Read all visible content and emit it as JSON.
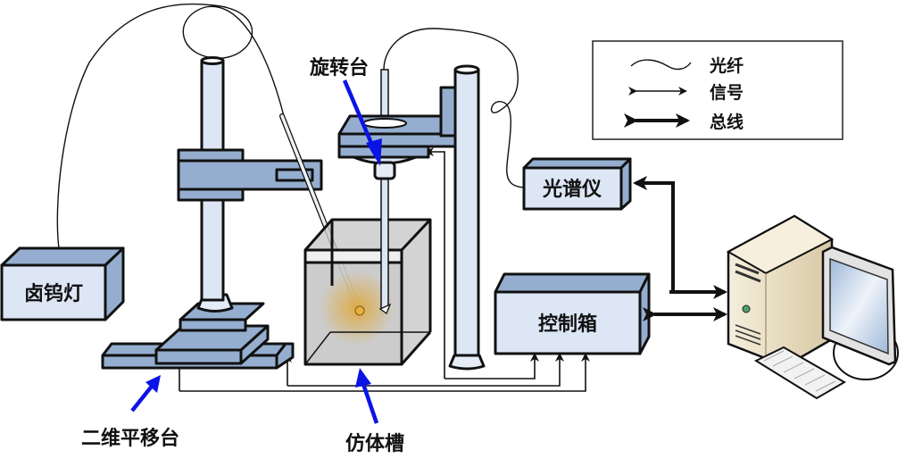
{
  "diagram": {
    "legend": {
      "items": [
        {
          "symbol": "wavy-line",
          "label": "光纤"
        },
        {
          "symbol": "thin-double-arrow",
          "label": "信号"
        },
        {
          "symbol": "thick-double-arrow",
          "label": "总线"
        }
      ]
    },
    "components": {
      "halogen_lamp": "卤钨灯",
      "spectrometer": "光谱仪",
      "control_box": "控制箱",
      "rotation_stage": "旋转台",
      "xy_stage": "二维平移台",
      "phantom_tank": "仿体槽"
    },
    "colors": {
      "metal_blue": "#95aecf",
      "light_blue": "#dce6f4",
      "tank_gray": "#c8c8c8",
      "pointer_arrow": "#0a14e6",
      "glow": "#e0a83a",
      "computer_beige": "#e9dec5"
    }
  }
}
